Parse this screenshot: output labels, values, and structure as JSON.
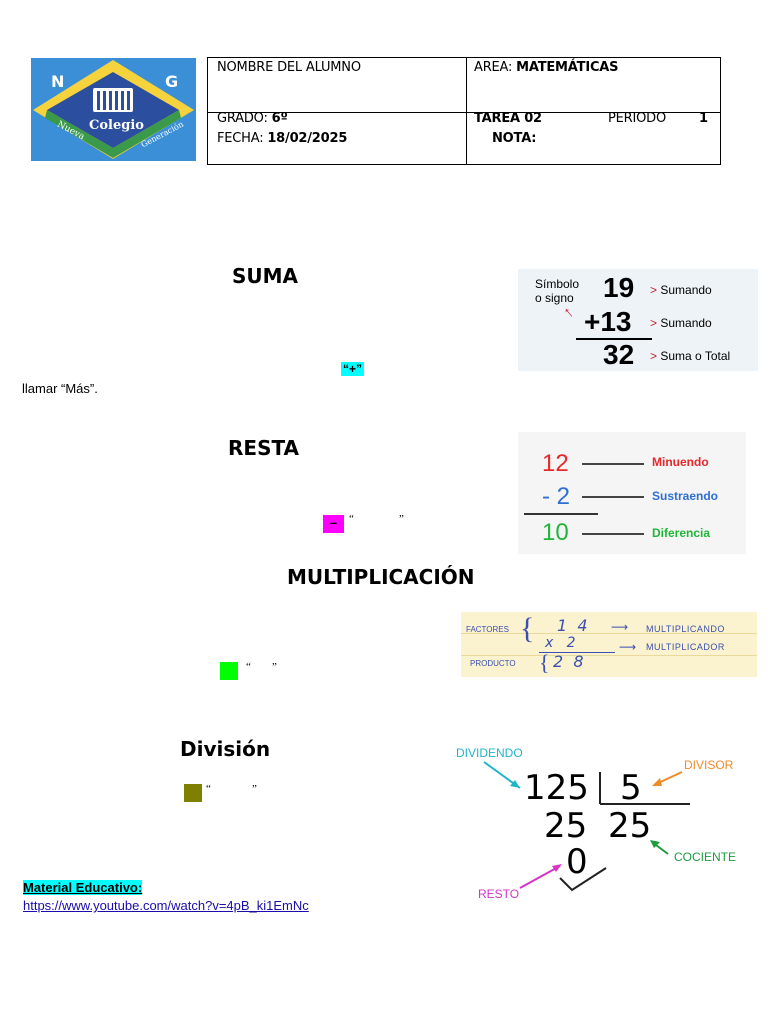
{
  "header": {
    "logo": {
      "letter_n": "N",
      "letter_g": "G",
      "school": "Colegio",
      "nueva": "Nueva",
      "generacion": "Generación"
    },
    "student_label": "NOMBRE DEL ALUMNO",
    "area_label": "AREA:",
    "area_value": "MATEMÁTICAS",
    "grade_label": "GRADO:",
    "grade_value": "6º",
    "date_label": "FECHA:",
    "date_value": "18/02/2025",
    "task_label": "TAREA 02",
    "period_label": "PERIODO",
    "period_value": "1",
    "grade_note_label": "NOTA:"
  },
  "sections": {
    "suma": {
      "title": "SUMA",
      "symbol": "“+”",
      "text": "llamar “Más”.",
      "symbol_color": "#00ffff"
    },
    "resta": {
      "title": "RESTA",
      "symbol": "–",
      "quote_open": "“",
      "quote_close": "”",
      "symbol_color": "#ff00ff"
    },
    "multiplicacion": {
      "title": "MULTIPLICACIÓN",
      "quote_open": "“",
      "quote_close": "”",
      "symbol_color": "#00ff00"
    },
    "division": {
      "title": "División",
      "quote_open": "“",
      "quote_close": "”",
      "symbol_color": "#808000"
    }
  },
  "figures": {
    "suma": {
      "symbol_label_1": "Símbolo",
      "symbol_label_2": "o signo",
      "n1": "19",
      "n2": "+13",
      "n3": "32",
      "l1": "Sumando",
      "l2": "Sumando",
      "l3": "Suma o Total"
    },
    "resta": {
      "n1": "12",
      "n2": "- 2",
      "n3": "10",
      "l1": "Minuendo",
      "l2": "Sustraendo",
      "l3": "Diferencia"
    },
    "mult": {
      "factores": "FACTORES",
      "producto": "PRODUCTO",
      "n1": "1  4",
      "n2": "x   2",
      "n3": "2  8",
      "l1": "MULTIPLICANDO",
      "l2": "MULTIPLICADOR"
    },
    "div": {
      "dividendo": "DIVIDENDO",
      "divisor": "DIVISOR",
      "cociente": "COCIENTE",
      "resto": "RESTO",
      "n_dividend": "125",
      "n_divisor": "5",
      "n_sub": "25",
      "n_quot": "25",
      "n_rest": "0"
    }
  },
  "material": {
    "label": "Material Educativo:",
    "url": "https://www.youtube.com/watch?v=4pB_ki1EmNc",
    "label_highlight": "#00ffff"
  }
}
